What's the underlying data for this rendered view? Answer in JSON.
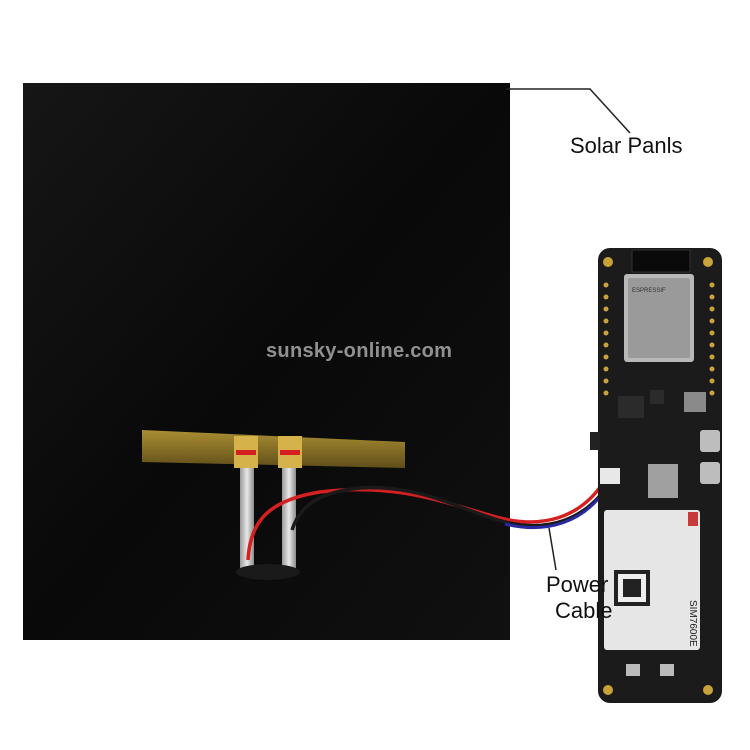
{
  "annotations": {
    "solar_label": "Solar Panls",
    "power_label_line1": "Power",
    "power_label_line2": "Cable"
  },
  "watermark": "sunsky-online.com",
  "board": {
    "wifi_module_brand": "ESPRESSIF",
    "modem_model": "SIM7600E"
  },
  "colors": {
    "panel": "#0b0b0b",
    "board": "#1b1b1b",
    "tape": "#a88a2a",
    "wire_red": "#d42020",
    "wire_blue": "#2a2aa0",
    "leader": "#222222"
  }
}
